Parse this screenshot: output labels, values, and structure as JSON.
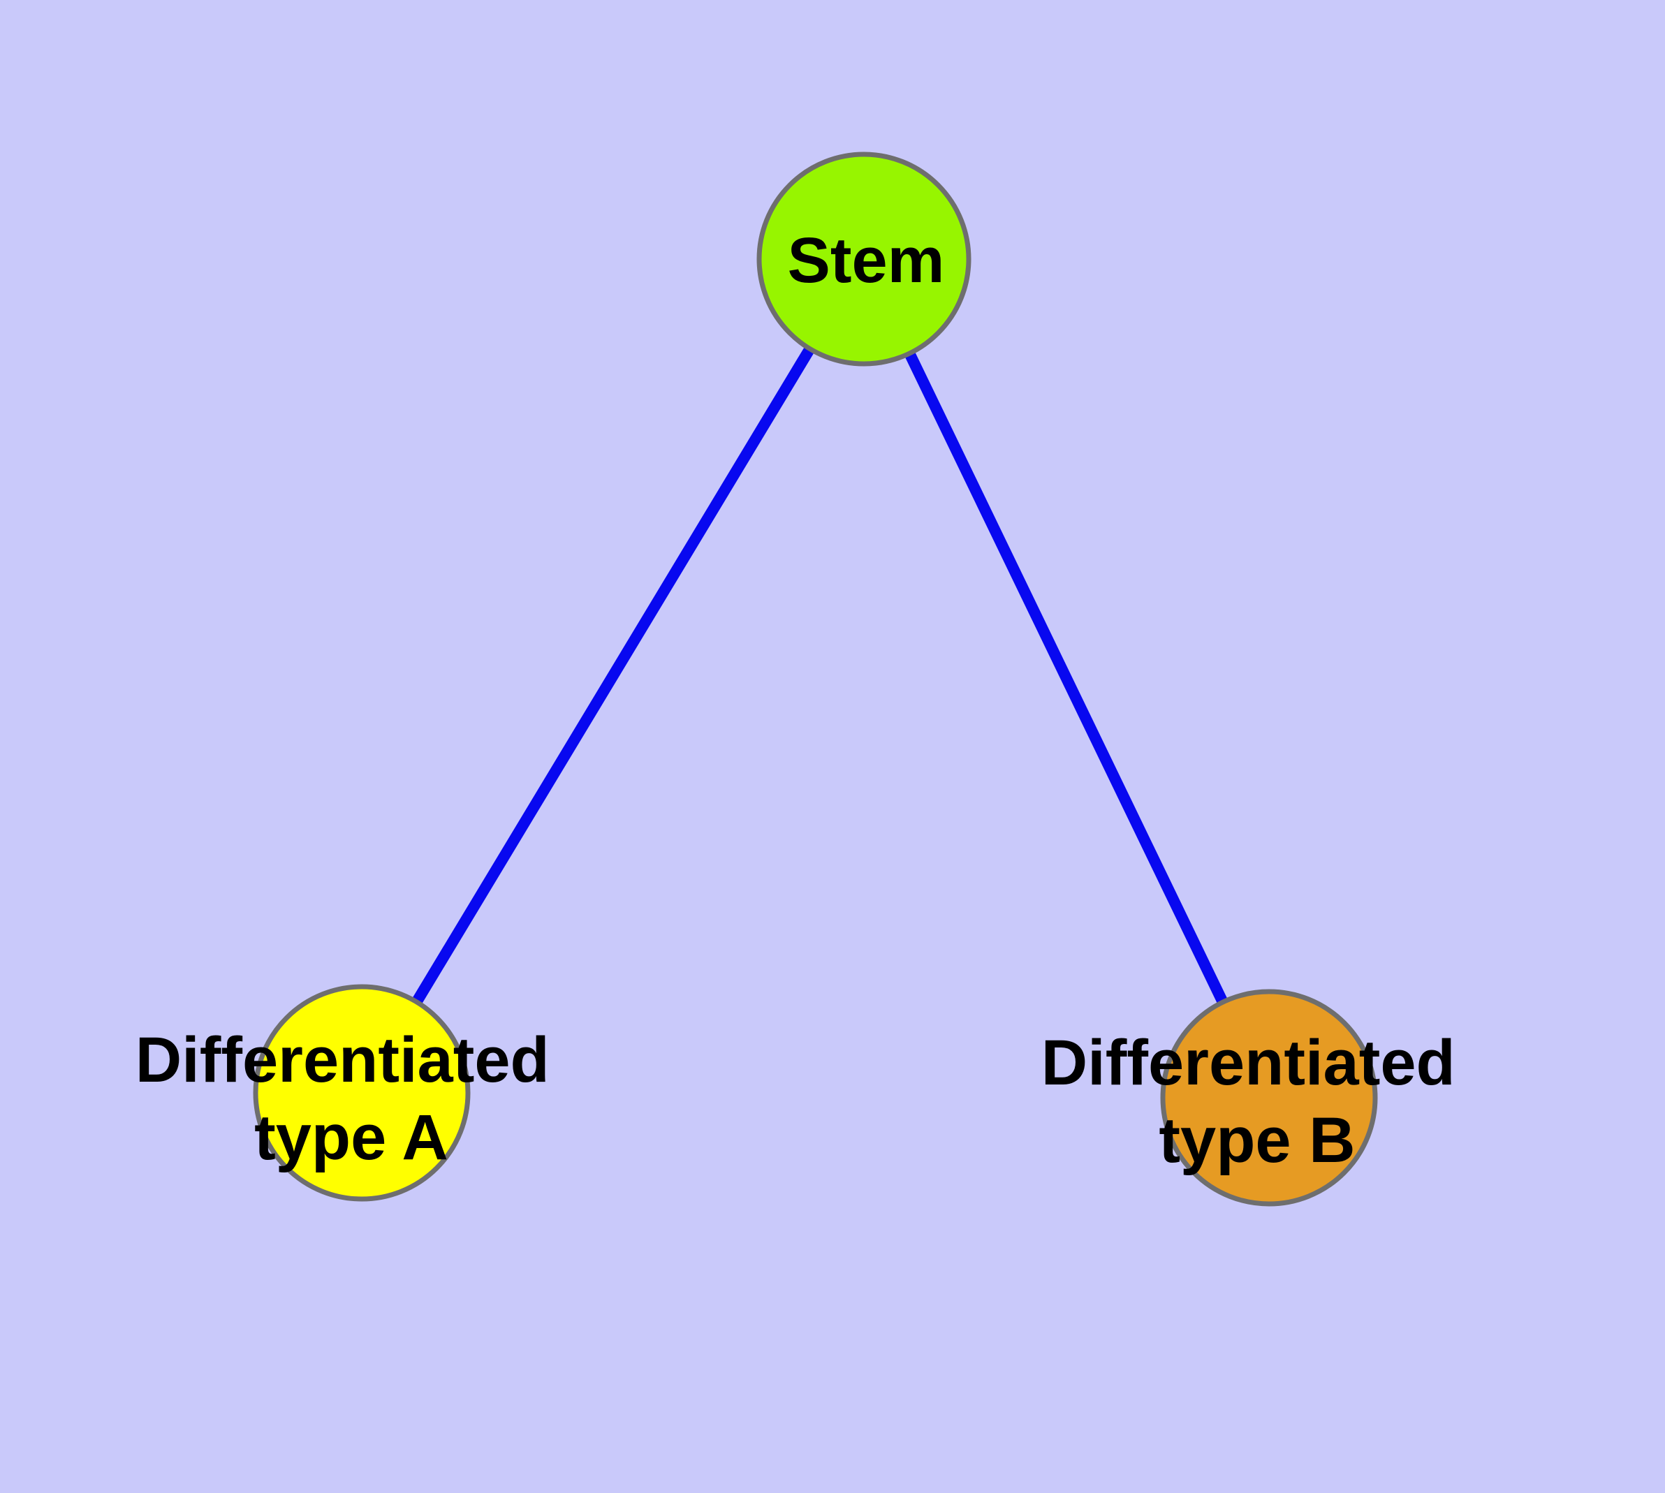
{
  "figure": {
    "background_color": "#c9c9fa",
    "node_border_color": "#6e6e6e",
    "edge_color": "#0808f0",
    "text_color": "#000000",
    "nodes": [
      {
        "id": "stem",
        "label": "Stem",
        "fill": "#97f500"
      },
      {
        "id": "differentiated-a",
        "label_line1": "Differentiated",
        "label_line2": "type A",
        "fill": "#ffff00"
      },
      {
        "id": "differentiated-b",
        "label_line1": "Differentiated",
        "label_line2": "type B",
        "fill": "#e69b23"
      }
    ],
    "edges": [
      {
        "source": "Stem",
        "target": "Differentiated type A"
      },
      {
        "source": "Stem",
        "target": "Differentiated type B"
      }
    ]
  }
}
